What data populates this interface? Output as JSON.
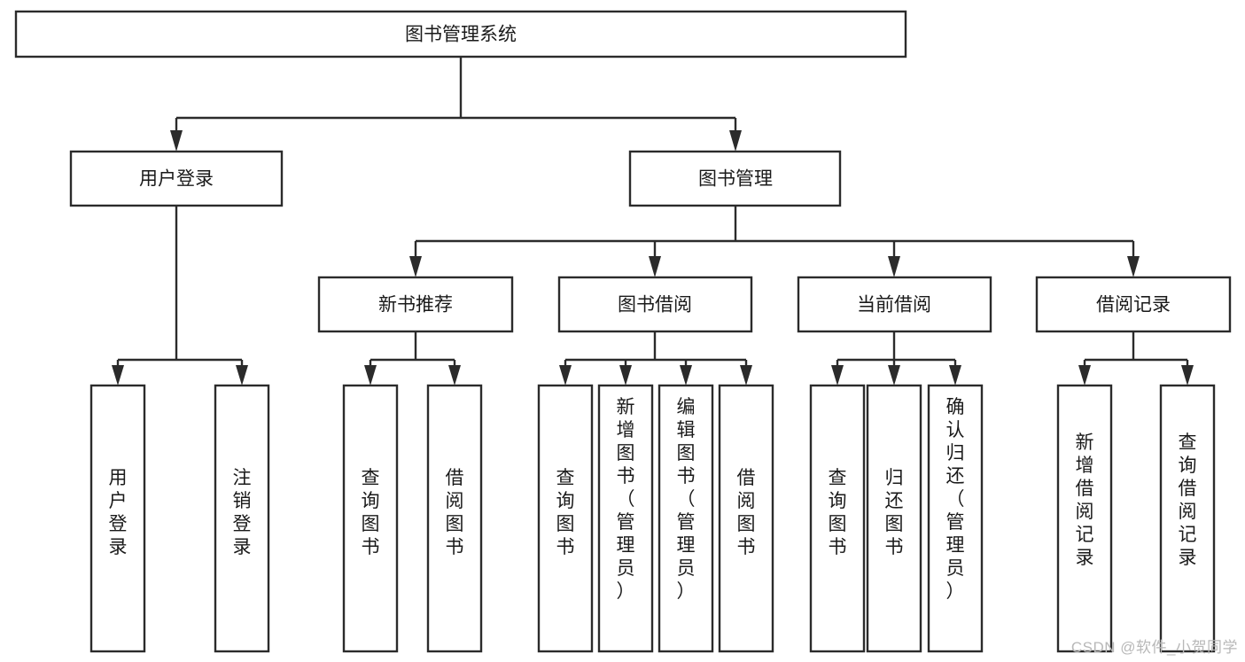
{
  "diagram": {
    "title": "图书管理系统",
    "type": "tree",
    "watermark": "CSDN @软件_小贺同学",
    "colors": {
      "box_stroke": "#2b2b2b",
      "box_fill": "#ffffff",
      "text": "#1a1a1a",
      "background": "#ffffff",
      "watermark": "#b8b8b8"
    },
    "levels": [
      {
        "level": 1,
        "nodes": [
          {
            "id": "root",
            "label": "图书管理系统",
            "orientation": "horizontal"
          }
        ]
      },
      {
        "level": 2,
        "nodes": [
          {
            "id": "l2-user-login",
            "label": "用户登录",
            "orientation": "horizontal",
            "parent": "root"
          },
          {
            "id": "l2-book-mgmt",
            "label": "图书管理",
            "orientation": "horizontal",
            "parent": "root"
          }
        ]
      },
      {
        "level": 3,
        "nodes": [
          {
            "id": "l3-new-book-rec",
            "label": "新书推荐",
            "orientation": "horizontal",
            "parent": "l2-book-mgmt"
          },
          {
            "id": "l3-book-borrow",
            "label": "图书借阅",
            "orientation": "horizontal",
            "parent": "l2-book-mgmt"
          },
          {
            "id": "l3-current-borrow",
            "label": "当前借阅",
            "orientation": "horizontal",
            "parent": "l2-book-mgmt"
          },
          {
            "id": "l3-borrow-record",
            "label": "借阅记录",
            "orientation": "horizontal",
            "parent": "l2-book-mgmt"
          }
        ]
      },
      {
        "level": 4,
        "nodes": [
          {
            "id": "leaf-user-login",
            "label": "用户登录",
            "orientation": "vertical",
            "parent": "l2-user-login"
          },
          {
            "id": "leaf-logout-login",
            "label": "注销登录",
            "orientation": "vertical",
            "parent": "l2-user-login"
          },
          {
            "id": "leaf-query-book-1",
            "label": "查询图书",
            "orientation": "vertical",
            "parent": "l3-new-book-rec"
          },
          {
            "id": "leaf-borrow-book-1",
            "label": "借阅图书",
            "orientation": "vertical",
            "parent": "l3-new-book-rec"
          },
          {
            "id": "leaf-query-book-2",
            "label": "查询图书",
            "orientation": "vertical",
            "parent": "l3-book-borrow"
          },
          {
            "id": "leaf-add-book",
            "label": "新增图书（管理员）",
            "orientation": "vertical",
            "parent": "l3-book-borrow"
          },
          {
            "id": "leaf-edit-book",
            "label": "编辑图书（管理员）",
            "orientation": "vertical",
            "parent": "l3-book-borrow"
          },
          {
            "id": "leaf-borrow-book-2",
            "label": "借阅图书",
            "orientation": "vertical",
            "parent": "l3-book-borrow"
          },
          {
            "id": "leaf-query-book-3",
            "label": "查询图书",
            "orientation": "vertical",
            "parent": "l3-current-borrow"
          },
          {
            "id": "leaf-return-book",
            "label": "归还图书",
            "orientation": "vertical",
            "parent": "l3-current-borrow"
          },
          {
            "id": "leaf-confirm-return",
            "label": "确认归还（管理员）",
            "orientation": "vertical",
            "parent": "l3-current-borrow"
          },
          {
            "id": "leaf-add-record",
            "label": "新增借阅记录",
            "orientation": "vertical",
            "parent": "l3-borrow-record"
          },
          {
            "id": "leaf-query-record",
            "label": "查询借阅记录",
            "orientation": "vertical",
            "parent": "l3-borrow-record"
          }
        ]
      }
    ]
  }
}
